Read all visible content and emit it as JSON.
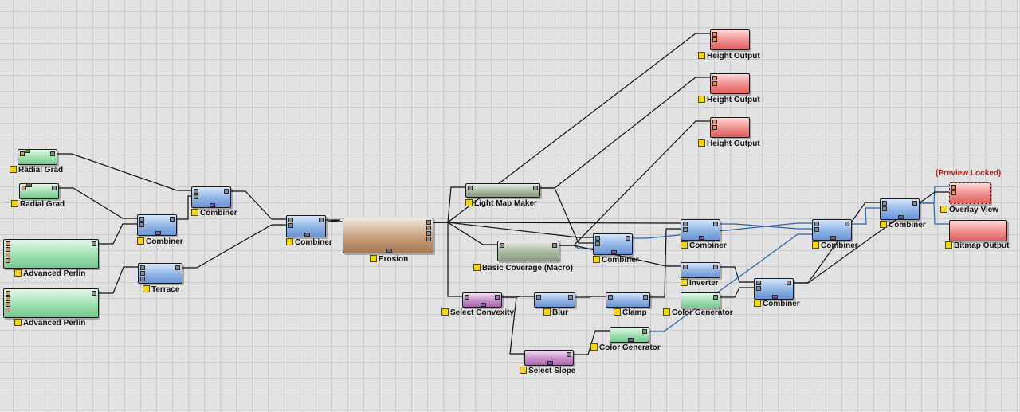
{
  "canvas": {
    "background": "#e2e2e2",
    "preview_locked_text": "(Preview Locked)"
  },
  "colors": {
    "wire": "#111111",
    "wire_color": "#2a63a8",
    "lamp": "#f5d800",
    "locked_text": "#c01818"
  },
  "nodes": [
    {
      "id": "radial1",
      "label": "Radial Grad",
      "kind": "green"
    },
    {
      "id": "radial2",
      "label": "Radial Grad",
      "kind": "green"
    },
    {
      "id": "perlin1",
      "label": "Advanced Perlin",
      "kind": "green"
    },
    {
      "id": "perlin2",
      "label": "Advanced Perlin",
      "kind": "green"
    },
    {
      "id": "comb_a",
      "label": "Combiner",
      "kind": "blue"
    },
    {
      "id": "comb_b",
      "label": "Combiner",
      "kind": "blue"
    },
    {
      "id": "terrace",
      "label": "Terrace",
      "kind": "blue"
    },
    {
      "id": "comb_c",
      "label": "Combiner",
      "kind": "blue"
    },
    {
      "id": "erosion",
      "label": "Erosion",
      "kind": "brown"
    },
    {
      "id": "lightmap",
      "label": "Light Map Maker",
      "kind": "gray"
    },
    {
      "id": "coverage",
      "label": "Basic Coverage (Macro)",
      "kind": "gray"
    },
    {
      "id": "convexity",
      "label": "Select Convexity",
      "kind": "purple"
    },
    {
      "id": "slope",
      "label": "Select Slope",
      "kind": "purple"
    },
    {
      "id": "blur",
      "label": "Blur",
      "kind": "blue"
    },
    {
      "id": "clamp",
      "label": "Clamp",
      "kind": "blue"
    },
    {
      "id": "colorgen2",
      "label": "Color Generator",
      "kind": "green"
    },
    {
      "id": "comb_d",
      "label": "Combiner",
      "kind": "blue"
    },
    {
      "id": "comb_e",
      "label": "Combiner",
      "kind": "blue"
    },
    {
      "id": "inverter",
      "label": "Inverter",
      "kind": "blue"
    },
    {
      "id": "colorgen1",
      "label": "Color Generator",
      "kind": "green"
    },
    {
      "id": "comb_f",
      "label": "Combiner",
      "kind": "blue"
    },
    {
      "id": "comb_g",
      "label": "Combiner",
      "kind": "blue"
    },
    {
      "id": "comb_h",
      "label": "Combiner",
      "kind": "blue"
    },
    {
      "id": "height1",
      "label": "Height Output",
      "kind": "red"
    },
    {
      "id": "height2",
      "label": "Height Output",
      "kind": "red"
    },
    {
      "id": "height3",
      "label": "Height Output",
      "kind": "red"
    },
    {
      "id": "overlay",
      "label": "Overlay View",
      "kind": "red"
    },
    {
      "id": "bitmap",
      "label": "Bitmap Output",
      "kind": "red"
    }
  ],
  "links": [
    {
      "from": "radial1",
      "to": "comb_b",
      "color": "black"
    },
    {
      "from": "radial2",
      "to": "comb_a",
      "color": "black"
    },
    {
      "from": "perlin1",
      "to": "comb_a",
      "color": "black"
    },
    {
      "from": "perlin2",
      "to": "terrace",
      "color": "black"
    },
    {
      "from": "comb_a",
      "to": "comb_b",
      "color": "black"
    },
    {
      "from": "comb_b",
      "to": "comb_c",
      "color": "black"
    },
    {
      "from": "terrace",
      "to": "comb_c",
      "color": "black"
    },
    {
      "from": "comb_c",
      "to": "erosion",
      "color": "black"
    },
    {
      "from": "erosion",
      "to": "lightmap",
      "color": "black"
    },
    {
      "from": "erosion",
      "to": "coverage",
      "color": "black"
    },
    {
      "from": "erosion",
      "to": "comb_d",
      "color": "black"
    },
    {
      "from": "erosion",
      "to": "height1",
      "color": "black"
    },
    {
      "from": "erosion",
      "to": "convexity",
      "color": "black"
    },
    {
      "from": "erosion",
      "to": "comb_e",
      "color": "black"
    },
    {
      "from": "lightmap",
      "to": "height2",
      "color": "black"
    },
    {
      "from": "lightmap",
      "to": "comb_d",
      "color": "black"
    },
    {
      "from": "coverage",
      "to": "height3",
      "color": "black"
    },
    {
      "from": "coverage",
      "to": "comb_d",
      "color": "blue"
    },
    {
      "from": "coverage",
      "to": "inverter",
      "color": "black"
    },
    {
      "from": "convexity",
      "to": "blur",
      "color": "black"
    },
    {
      "from": "convexity",
      "to": "slope",
      "color": "black"
    },
    {
      "from": "blur",
      "to": "clamp",
      "color": "black"
    },
    {
      "from": "clamp",
      "to": "comb_e",
      "color": "black"
    },
    {
      "from": "comb_d",
      "to": "comb_g",
      "color": "blue"
    },
    {
      "from": "comb_e",
      "to": "comb_g",
      "color": "blue"
    },
    {
      "from": "inverter",
      "to": "comb_f",
      "color": "black"
    },
    {
      "from": "colorgen1",
      "to": "comb_f",
      "color": "black"
    },
    {
      "from": "colorgen2",
      "to": "comb_g",
      "color": "blue"
    },
    {
      "from": "slope",
      "to": "colorgen2",
      "color": "black"
    },
    {
      "from": "comb_f",
      "to": "comb_h",
      "color": "black"
    },
    {
      "from": "comb_g",
      "to": "comb_h",
      "color": "blue"
    },
    {
      "from": "comb_h",
      "to": "overlay",
      "color": "blue"
    },
    {
      "from": "comb_h",
      "to": "bitmap",
      "color": "blue"
    },
    {
      "from": "comb_f",
      "to": "overlay",
      "color": "black"
    }
  ]
}
